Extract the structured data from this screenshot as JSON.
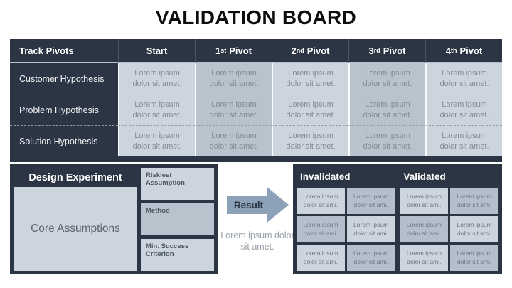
{
  "title": "VALIDATION BOARD",
  "colors": {
    "navy": "#2b3543",
    "cell_light": "#ccd5de",
    "cell_dark": "#b8c3ce",
    "arrow": "#8da1b8"
  },
  "track": {
    "corner": "Track Pivots",
    "columns": [
      {
        "pre": "Start",
        "suffix": "",
        "post": ""
      },
      {
        "pre": "1",
        "suffix": "st",
        "post": "Pivot"
      },
      {
        "pre": "2",
        "suffix": "nd",
        "post": "Pivot"
      },
      {
        "pre": "3",
        "suffix": "rd",
        "post": "Pivot"
      },
      {
        "pre": "4",
        "suffix": "th",
        "post": "Pivot"
      }
    ],
    "rows": [
      {
        "label": "Customer Hypothesis",
        "cells": [
          "Lorem ipsum dolor sit amet.",
          "Lorem ipsum dolor sit amet.",
          "Lorem ipsum dolor sit amet.",
          "Lorem ipsum dolor sit amet.",
          "Lorem ipsum dolor sit amet."
        ]
      },
      {
        "label": "Problem Hypothesis",
        "cells": [
          "Lorem ipsum dolor sit amet.",
          "Lorem ipsum dolor sit amet.",
          "Lorem ipsum dolor sit amet.",
          "Lorem ipsum dolor sit amet.",
          "Lorem ipsum dolor sit amet."
        ]
      },
      {
        "label": "Solution Hypothesis",
        "cells": [
          "Lorem ipsum dolor sit amet.",
          "Lorem ipsum dolor sit amet.",
          "Lorem ipsum dolor sit amet.",
          "Lorem ipsum dolor sit amet.",
          "Lorem ipsum dolor sit amet."
        ]
      }
    ]
  },
  "design": {
    "header": "Design Experiment",
    "core": "Core Assumptions",
    "boxes": [
      "Riskiest Assumption",
      "Method",
      "Min. Success Criterion"
    ]
  },
  "result": {
    "label": "Result",
    "note": "Lorem ipsum dolor sit amet."
  },
  "outcome": {
    "invalidated": "Invalidated",
    "validated": "Validated",
    "rows": [
      [
        "Lorem ipsum dolor sit ami.",
        "Lorem ipsum dolor sit ami.",
        "Lorem ipsum dolor sit ami.",
        "Lorem ipsum dolor sit ami."
      ],
      [
        "Lorem ipsum dolor sit ami.",
        "Lorem ipsum dolor sit ami.",
        "Lorem ipsum dolor sit ami.",
        "Lorem ipsum dolor sit ami."
      ],
      [
        "Lorem ipsum dolor sit ami.",
        "Lorem ipsum dolor sit ami.",
        "Lorem ipsum dolor sit ami.",
        "Lorem ipsum dolor sit ami."
      ]
    ]
  }
}
